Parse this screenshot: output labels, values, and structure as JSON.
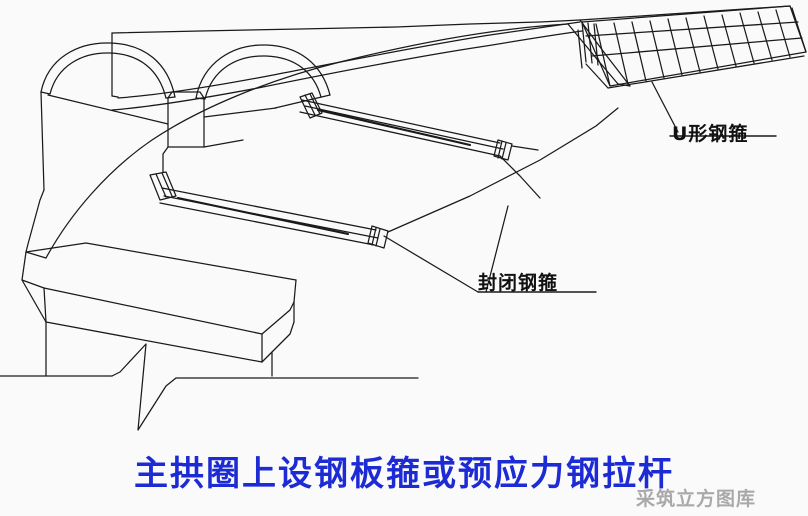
{
  "figure": {
    "title_caption": "主拱圈上设钢板箍或预应力钢拉杆",
    "caption_color": "#1c2bd4",
    "background_color": "#fbfafb",
    "line_color": "#1a1a1a",
    "watermark": "采筑立方图库"
  },
  "annotations": [
    {
      "id": "u-hoop",
      "label": "U形钢箍",
      "color": "#111111"
    },
    {
      "id": "closed-hoop",
      "label": "封闭钢箍",
      "color": "#111111"
    }
  ],
  "labels": {
    "u_hoop": "U形钢箍",
    "closed_hoop": "封闭钢箍"
  }
}
